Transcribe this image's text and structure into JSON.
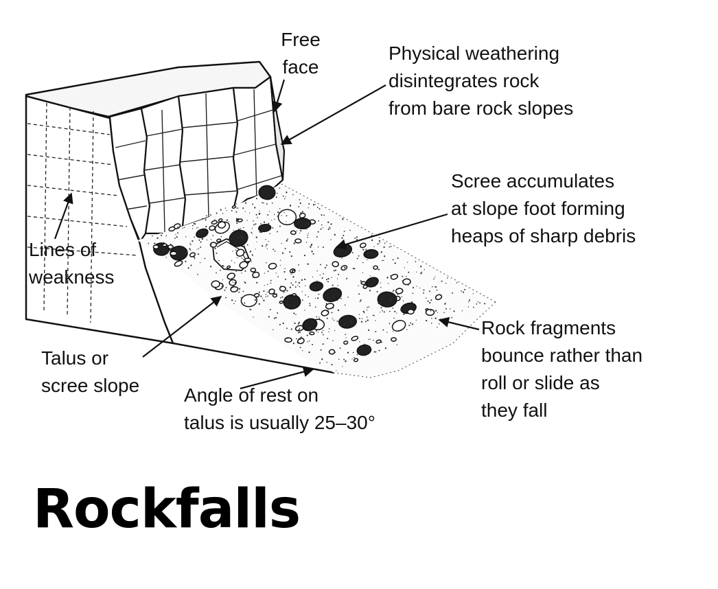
{
  "title": "Rockfalls",
  "colors": {
    "ink": "#111111",
    "background": "#ffffff"
  },
  "labels": {
    "free_face": [
      "Free",
      "face"
    ],
    "physical_weathering": [
      "Physical weathering",
      "disintegrates rock",
      "from bare rock slopes"
    ],
    "scree_accumulates": [
      "Scree accumulates",
      "at slope foot forming",
      "heaps of sharp debris"
    ],
    "lines_of_weakness": [
      "Lines of",
      "weakness"
    ],
    "talus_slope": [
      "Talus or",
      "scree slope"
    ],
    "angle_of_rest": [
      "Angle of rest on",
      "talus is usually 25–30°"
    ],
    "rock_fragments": [
      "Rock fragments",
      "bounce rather than",
      "roll or slide as",
      "they fall"
    ]
  }
}
